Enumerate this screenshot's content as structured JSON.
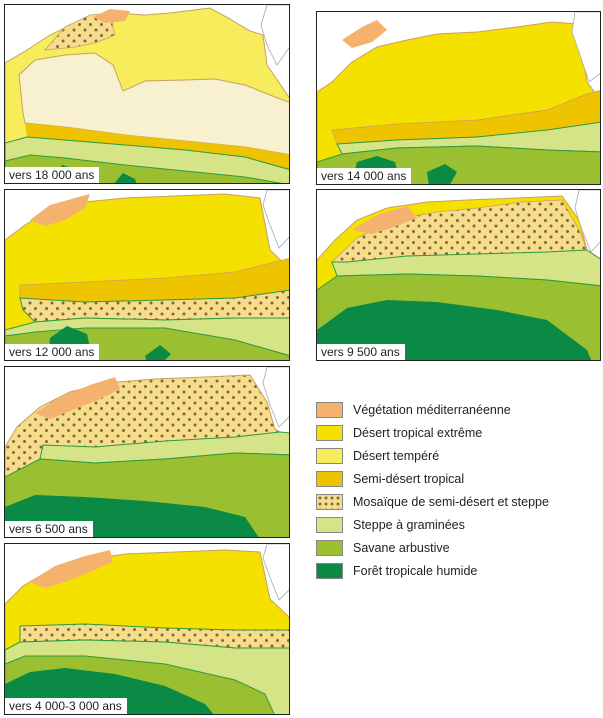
{
  "panels": [
    {
      "label": "vers 18 000 ans"
    },
    {
      "label": "vers 14 000 ans"
    },
    {
      "label": "vers 12 000 ans"
    },
    {
      "label": "vers 9 500 ans"
    },
    {
      "label": "vers 6 500 ans"
    },
    {
      "label": "vers 4 000-3 000 ans"
    }
  ],
  "legend": [
    {
      "label": "Végétation méditerranéenne",
      "color": "#f4b26e"
    },
    {
      "label": "Désert tropical extrême",
      "color": "#f5e100"
    },
    {
      "label": "Désert tempéré",
      "color": "#f7ec5c"
    },
    {
      "label": "Semi-désert tropical",
      "color": "#eec400"
    },
    {
      "label": "Mosaïque de semi-désert et steppe",
      "color": "#f7dc8a",
      "pattern": "dots"
    },
    {
      "label": "Steppe à graminées",
      "color": "#d5e487"
    },
    {
      "label": "Savane arbustive",
      "color": "#9ac031"
    },
    {
      "label": "Forêt tropicale humide",
      "color": "#0a8a44"
    }
  ]
}
